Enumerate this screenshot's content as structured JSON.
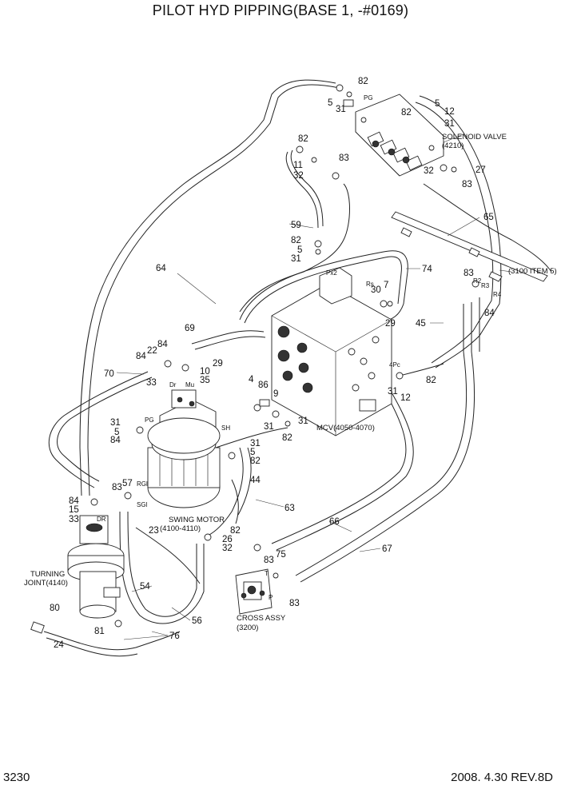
{
  "title": "PILOT HYD PIPPING(BASE 1, -#0169)",
  "page_number": "3230",
  "revision": "2008. 4.30  REV.8D",
  "component_labels": {
    "solenoid_valve": "SOLENOID VALVE",
    "solenoid_valve_ref": "(4210)",
    "mcv": "MCV(4050-4070)",
    "swing_motor": "SWING MOTOR",
    "swing_motor_ref": "(4100-4110)",
    "turning_joint": "TURNING",
    "turning_joint_2": "JOINT(4140)",
    "cross_assy": "CROSS ASSY",
    "cross_assy_ref": "(3200)",
    "item_3100": "(3100 ITEM 5)"
  },
  "port_labels": {
    "pg_top": "PG",
    "px2": "Px2",
    "rs": "Rs",
    "pg_left": "PG",
    "dr_motor": "Dr",
    "mu": "Mu",
    "sh": "SH",
    "rgl": "RGl",
    "sgl": "SGl",
    "dr_joint": "DR",
    "pc4": "4Pc",
    "r2": "R2",
    "r3": "R3",
    "r4": "R4",
    "t": "T",
    "p": "P"
  },
  "callouts": {
    "c82a": "82",
    "c5a": "5",
    "c31a": "31",
    "c82b": "82",
    "c5b": "5",
    "c12a": "12",
    "c31b": "31",
    "c82c": "82",
    "c11": "11",
    "c32a": "32",
    "c83a": "83",
    "c32b": "32",
    "c27": "27",
    "c83b": "83",
    "c65": "65",
    "c59": "59",
    "c82d": "82",
    "c5c": "5",
    "c31c": "31",
    "c74": "74",
    "c64": "64",
    "c30": "30",
    "c7": "7",
    "c29a": "29",
    "c83c": "83",
    "c84a": "84",
    "c45": "45",
    "c69": "69",
    "c22": "22",
    "c84b": "84",
    "c84c": "84",
    "c29b": "29",
    "c10": "10",
    "c35": "35",
    "c70": "70",
    "c33a": "33",
    "c4": "4",
    "c86": "86",
    "c9": "9",
    "c31d": "31",
    "c31e": "31",
    "c82e": "82",
    "c31f": "31",
    "c12b": "12",
    "c82f": "82",
    "c31g": "31",
    "c5d": "5",
    "c84d": "84",
    "c31h": "31",
    "c5e": "5",
    "c82g": "82",
    "c44": "44",
    "c84e": "84",
    "c83d": "83",
    "c57": "57",
    "c15": "15",
    "c33b": "33",
    "c63": "63",
    "c23": "23",
    "c82h": "82",
    "c66": "66",
    "c26": "26",
    "c32c": "32",
    "c75": "75",
    "c83e": "83",
    "c67": "67",
    "c54": "54",
    "c56": "56",
    "c83f": "83",
    "c80": "80",
    "c81": "81",
    "c76": "76",
    "c24": "24"
  },
  "colors": {
    "line": "#222222",
    "background": "#ffffff"
  }
}
